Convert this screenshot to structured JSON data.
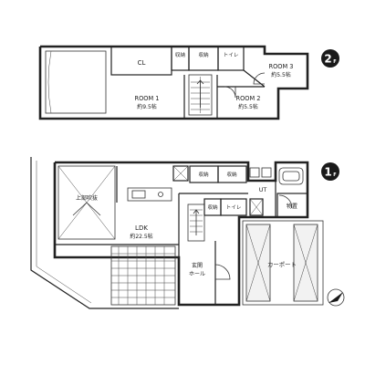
{
  "floor2": {
    "badge": {
      "num": "2",
      "sub": "F"
    },
    "rooms": {
      "cl": "CL",
      "storage_a": "収納",
      "storage_b": "収納",
      "toilet": "トイレ",
      "room1": {
        "name": "ROOM 1",
        "size": "約9.5帖"
      },
      "room2": {
        "name": "ROOM 2",
        "size": "約5.5帖"
      },
      "room3": {
        "name": "ROOM 3",
        "size": "約5.5帖"
      }
    }
  },
  "floor1": {
    "badge": {
      "num": "1",
      "sub": "F"
    },
    "rooms": {
      "void": "上部吹抜",
      "storage_a": "収納",
      "storage_b": "収納",
      "storage_c": "収納",
      "toilet": "トイレ",
      "ut": "UT",
      "monooki": "物置",
      "ldk": {
        "name": "LDK",
        "size": "約22.5帖"
      },
      "genkan": {
        "line1": "玄関",
        "line2": "ホール"
      },
      "carport": "カーポート"
    }
  }
}
